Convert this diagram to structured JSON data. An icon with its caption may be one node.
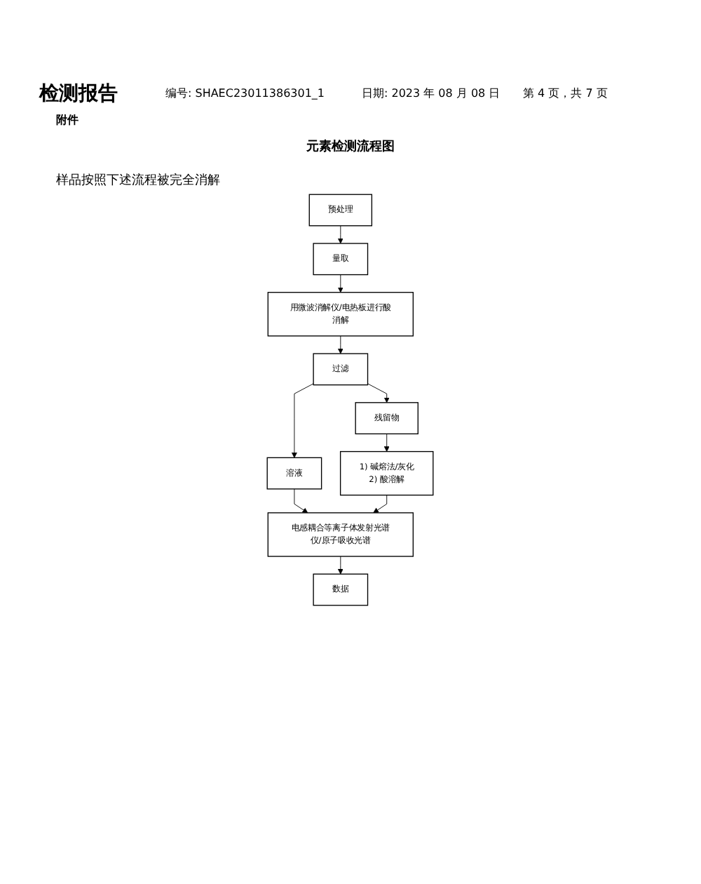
{
  "diagram": {
    "title": "元素检测流程图",
    "nodes": [
      {
        "text": [
          "预处理"
        ]
      },
      {
        "text": [
          "量取"
        ]
      },
      {
        "text": [
          "用微波消解仪/电热板进行酸消解"
        ]
      },
      {
        "text": [
          "过滤"
        ]
      },
      {
        "text": [
          "溶液"
        ]
      },
      {
        "text": [
          "残留物"
        ]
      },
      {
        "text": [
          "1) 碱熔法/灰化",
          "2) 酸溶解"
        ]
      },
      {
        "text": [
          "电感耦合等离子体发射光谱仪/原子吸收光谱"
        ]
      },
      {
        "text": [
          "数据"
        ]
      }
    ],
    "edges": [
      {
        "from": 0,
        "to": 1,
        "arrow": "to"
      },
      {
        "from": 1,
        "to": 2,
        "arrow": "to"
      },
      {
        "from": 2,
        "to": 3,
        "arrow": "to"
      },
      {
        "from": 3,
        "to": 4,
        "arrow": "to"
      },
      {
        "from": 3,
        "to": 5,
        "arrow": "to"
      },
      {
        "from": 5,
        "to": 6,
        "arrow": "to"
      },
      {
        "from": 4,
        "to": 7,
        "arrow": "to"
      },
      {
        "from": 6,
        "to": 7,
        "arrow": "to"
      },
      {
        "from": 7,
        "to": 8,
        "arrow": "to"
      }
    ],
    "labels": [
      "检测报告",
      "编号: SHAEC23011386301_1",
      "日期: 2023 年 08 月 08 日",
      "第 4 页，共 7 页",
      "附件",
      "样品按照下述流程被完全消解"
    ]
  }
}
